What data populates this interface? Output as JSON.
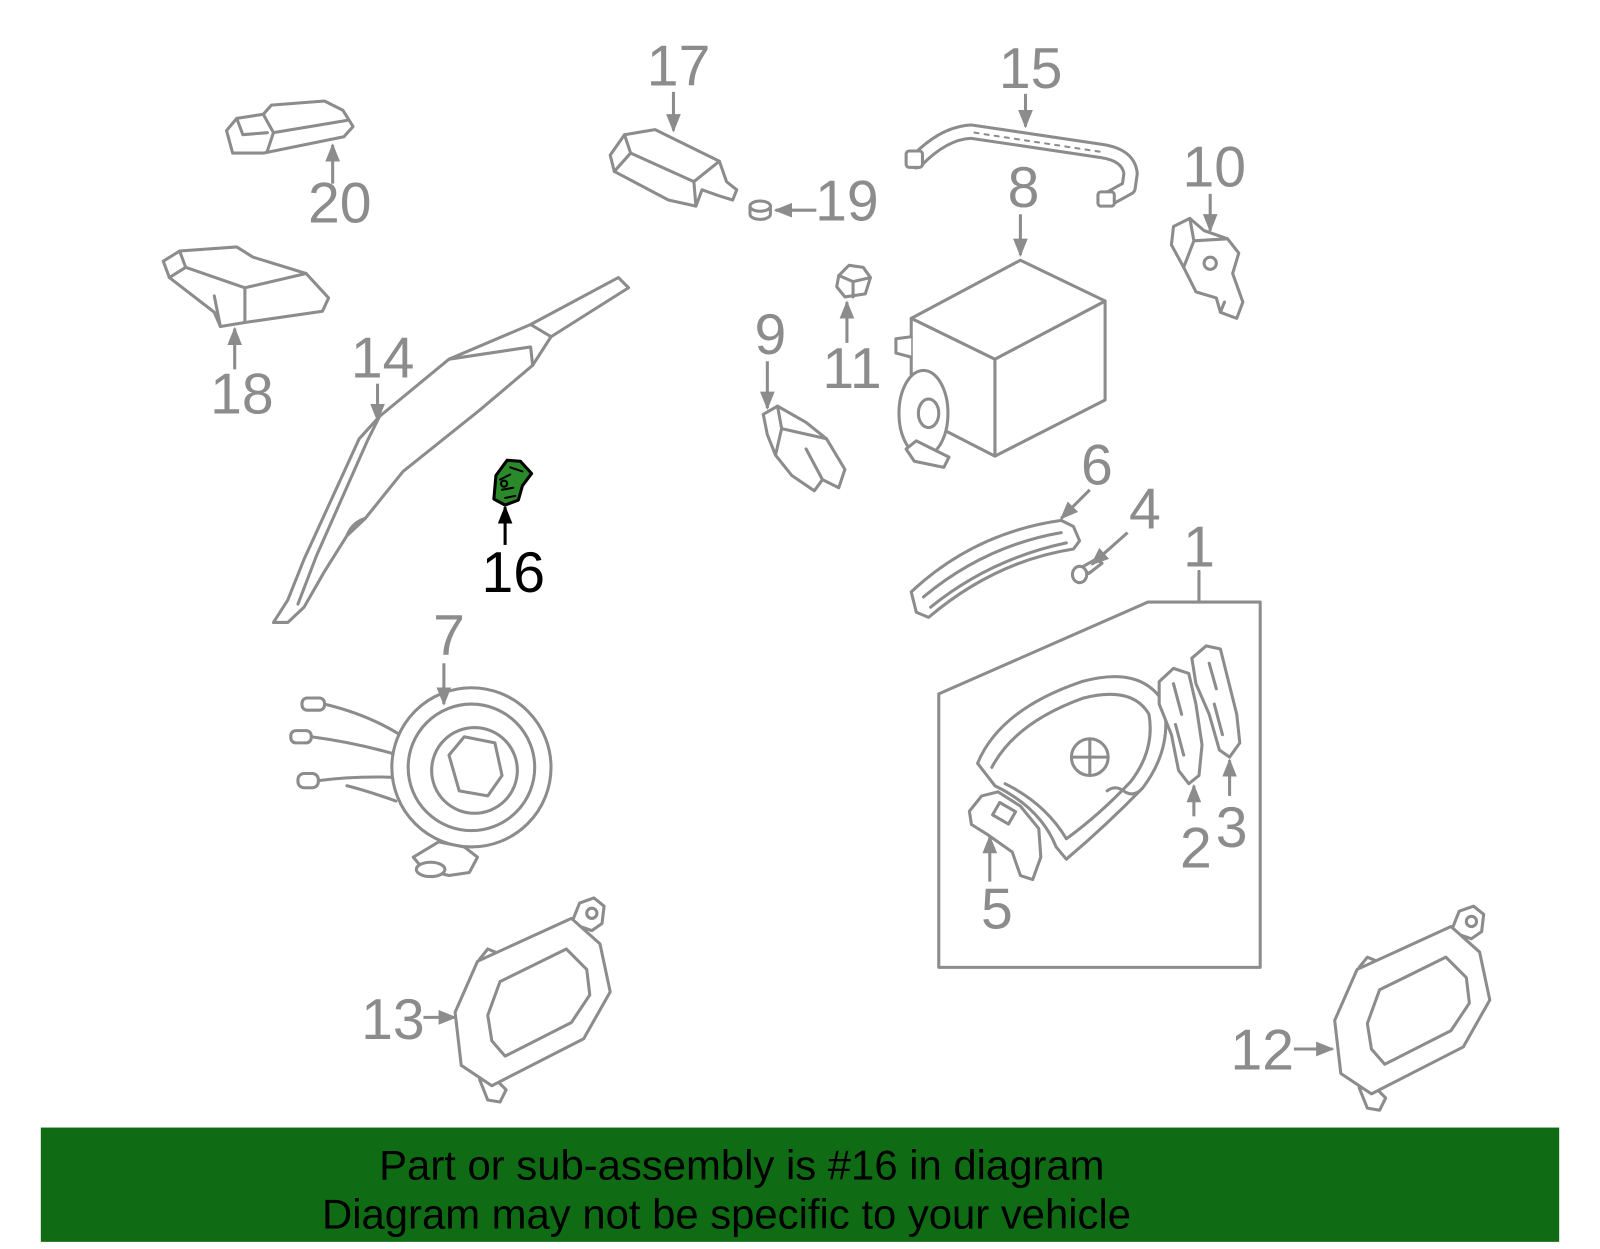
{
  "diagram": {
    "callouts": {
      "n1": "1",
      "n2": "2",
      "n3": "3",
      "n4": "4",
      "n5": "5",
      "n6": "6",
      "n7": "7",
      "n8": "8",
      "n9": "9",
      "n10": "10",
      "n11": "11",
      "n12": "12",
      "n13": "13",
      "n14": "14",
      "n15": "15",
      "n16": "16",
      "n17": "17",
      "n18": "18",
      "n19": "19",
      "n20": "20"
    }
  },
  "colors": {
    "line": "#8c8c8c",
    "highlight": "#2a8a2a",
    "highlight_outline": "#000000",
    "banner": "#0f6b14",
    "banner_text": "#000000"
  },
  "banner": {
    "line1": "Part or sub-assembly is #16 in diagram",
    "line2": "Diagram may not be specific to your vehicle"
  }
}
